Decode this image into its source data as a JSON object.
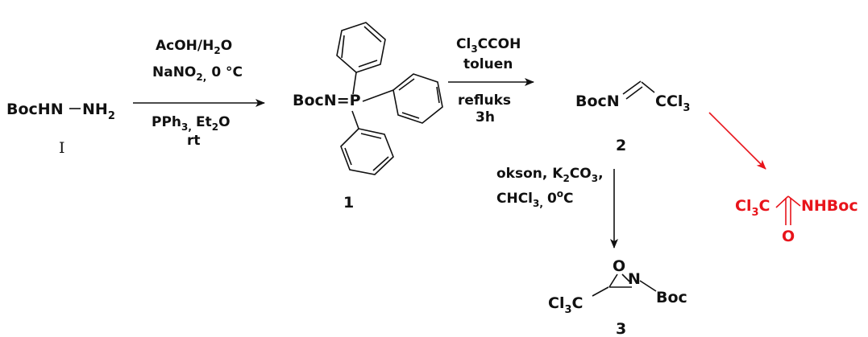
{
  "colors": {
    "ink": "#111111",
    "highlight": "#e8141b",
    "background": "#ffffff"
  },
  "start": {
    "left": "BocHN",
    "right": "NH",
    "right_sub": "2",
    "label": "I"
  },
  "step1": {
    "line1": "AcOH/H",
    "line1_sub": "2",
    "line1_end": "O",
    "line2": "NaNO",
    "line2_sub": "2,",
    "line2_end": "0 °C",
    "line3": "PPh",
    "line3_sub": "3,",
    "line3_mid": "Et",
    "line3_sub2": "2",
    "line3_end": "O",
    "line4": "rt"
  },
  "compound1": {
    "name": "BocN=P",
    "label": "1"
  },
  "step2": {
    "line1": "Cl",
    "line1_sub": "3",
    "line1_end": "CCOH",
    "line2": "toluen",
    "line3": "refluks",
    "line4": "3h"
  },
  "compound2": {
    "left": "BocN",
    "right": "CCl",
    "right_sub": "3",
    "label": "2"
  },
  "step3": {
    "line1": "okson, K",
    "line1_sub": "2",
    "line1_mid": "CO",
    "line1_sub2": "3",
    "line1_end": ",",
    "line2": "CHCl",
    "line2_sub": "3,",
    "line2_mid": "0",
    "line2_sup": "o",
    "line2_end": "C"
  },
  "compound3": {
    "o_atom": "O",
    "left": "Cl",
    "left_sub": "3",
    "left_end": "C",
    "n_atom": "N",
    "boc": "Boc",
    "label": "3"
  },
  "side_product": {
    "left": "Cl",
    "left_sub": "3",
    "left_end": "C",
    "right": "NHBoc",
    "o_atom": "O"
  }
}
